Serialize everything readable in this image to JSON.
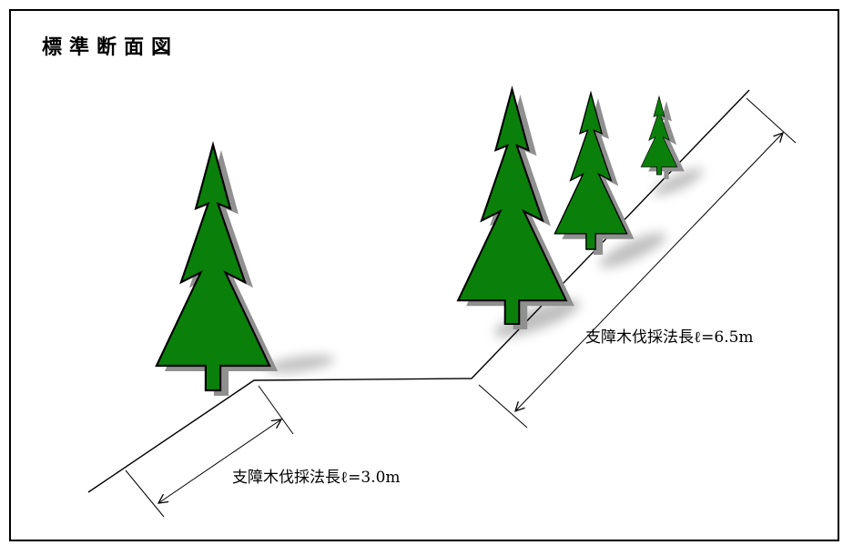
{
  "diagram": {
    "title": "標準断面図",
    "labels": {
      "upper_slope": "支障木伐採法長ℓ=6.5m",
      "lower_slope": "支障木伐採法長ℓ=3.0m"
    },
    "icons": [
      "tree-icon"
    ],
    "colors": {
      "tree_fill": "#0a800a",
      "tree_shadow": "#909090",
      "line": "#000000",
      "frame": "#000000",
      "background": "#ffffff"
    }
  }
}
